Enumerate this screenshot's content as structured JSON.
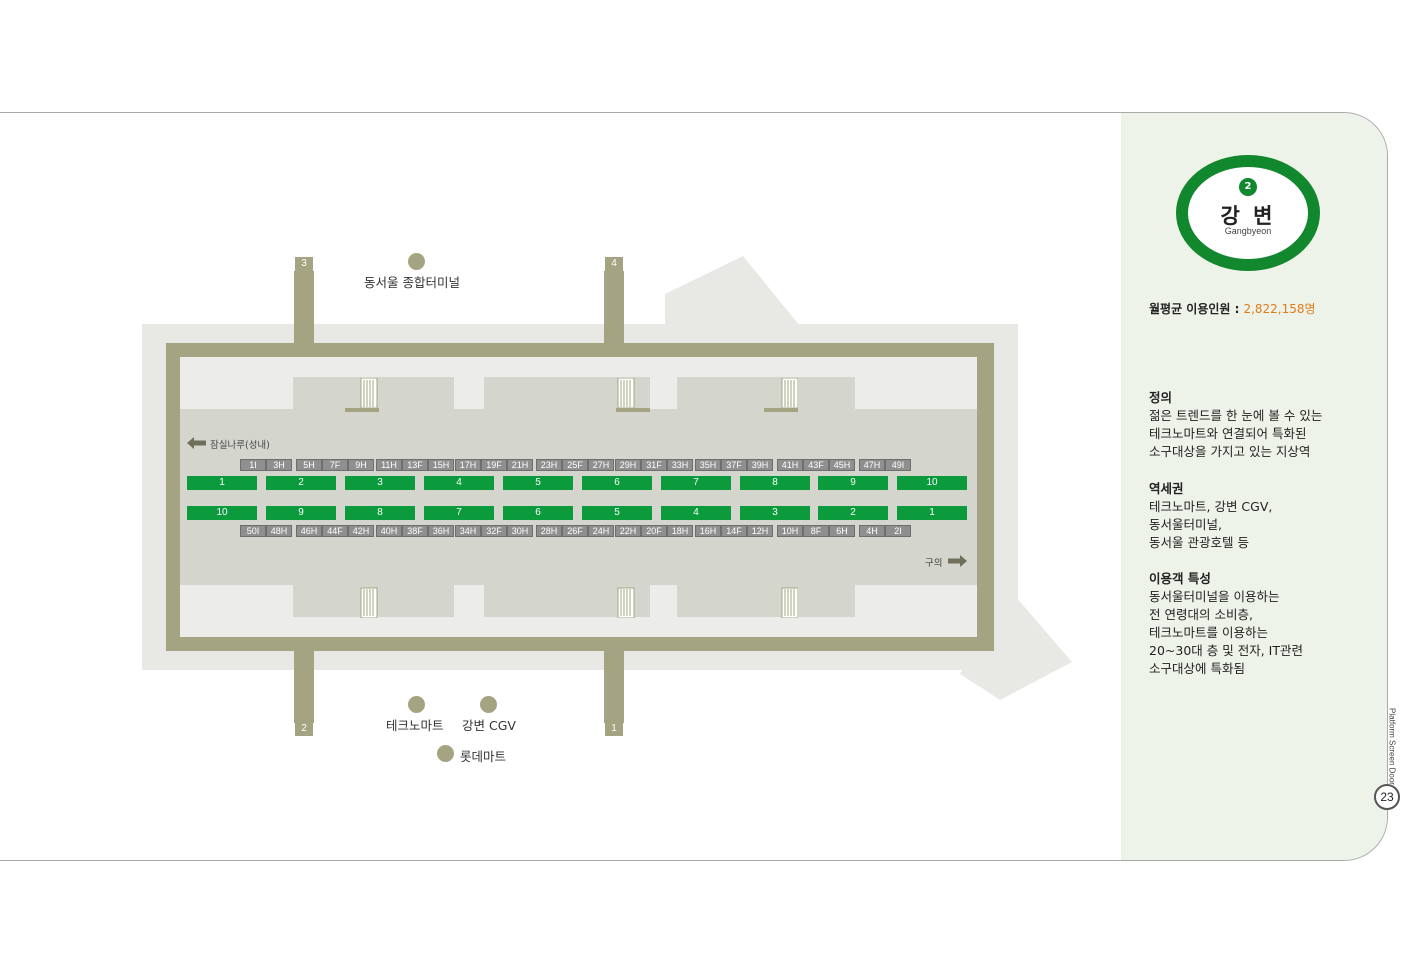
{
  "station": {
    "line": "2",
    "name_ko": "강 변",
    "name_en": "Gangbyeon"
  },
  "ridership": {
    "label": "월평균 이용인원 :",
    "value": "2,822,158명"
  },
  "sections": [
    {
      "heading": "정의",
      "lines": [
        "젊은 트렌드를 한 눈에 볼 수 있는",
        "테크노마트와 연결되어 특화된",
        "소구대상을 가지고 있는 지상역"
      ]
    },
    {
      "heading": "역세권",
      "lines": [
        "테크노마트, 강변 CGV,",
        "동서울터미널,",
        "동서울 관광호텔 등"
      ]
    },
    {
      "heading": "이용객 특성",
      "lines": [
        "동서울터미널을 이용하는",
        "전 연령대의 소비층,",
        "테크노마트를 이용하는",
        "20~30대 층 및 전자, IT관련",
        "소구대상에 특화됨"
      ]
    }
  ],
  "map": {
    "exits": [
      "3",
      "4",
      "2",
      "1"
    ],
    "landmarks": {
      "top": "동서울 종합터미널",
      "bottom_left": "테크노마트",
      "bottom_mid": "강변 CGV",
      "bottom_low": "롯데마트"
    },
    "direction_left": "잠실나루(성내)",
    "direction_right": "구의",
    "top_cars": [
      "1",
      "2",
      "3",
      "4",
      "5",
      "6",
      "7",
      "8",
      "9",
      "10"
    ],
    "bottom_cars": [
      "10",
      "9",
      "8",
      "7",
      "6",
      "5",
      "4",
      "3",
      "2",
      "1"
    ],
    "top_doors": [
      [
        "1I",
        "3H"
      ],
      [
        "5H",
        "7F",
        "9H"
      ],
      [
        "11H",
        "13F",
        "15H"
      ],
      [
        "17H",
        "19F",
        "21H"
      ],
      [
        "23H",
        "25F",
        "27H"
      ],
      [
        "29H",
        "31F",
        "33H"
      ],
      [
        "35H",
        "37F",
        "39H"
      ],
      [
        "41H",
        "43F",
        "45H"
      ],
      [
        "47H",
        "49I"
      ]
    ],
    "bottom_doors": [
      [
        "50I",
        "48H"
      ],
      [
        "46H",
        "44F",
        "42H"
      ],
      [
        "40H",
        "38F",
        "36H"
      ],
      [
        "34H",
        "32F",
        "30H"
      ],
      [
        "28H",
        "26F",
        "24H"
      ],
      [
        "22H",
        "20F",
        "18H"
      ],
      [
        "16H",
        "14F",
        "12H"
      ],
      [
        "10H",
        "8F",
        "6H"
      ],
      [
        "4H",
        "2I"
      ]
    ]
  },
  "page": {
    "title": "Platform Screen Door",
    "number": "23"
  },
  "colors": {
    "line_green": "#12882e",
    "olive": "#a4a482",
    "accent_orange": "#e07b1a",
    "panel_bg": "#eef3ea"
  }
}
